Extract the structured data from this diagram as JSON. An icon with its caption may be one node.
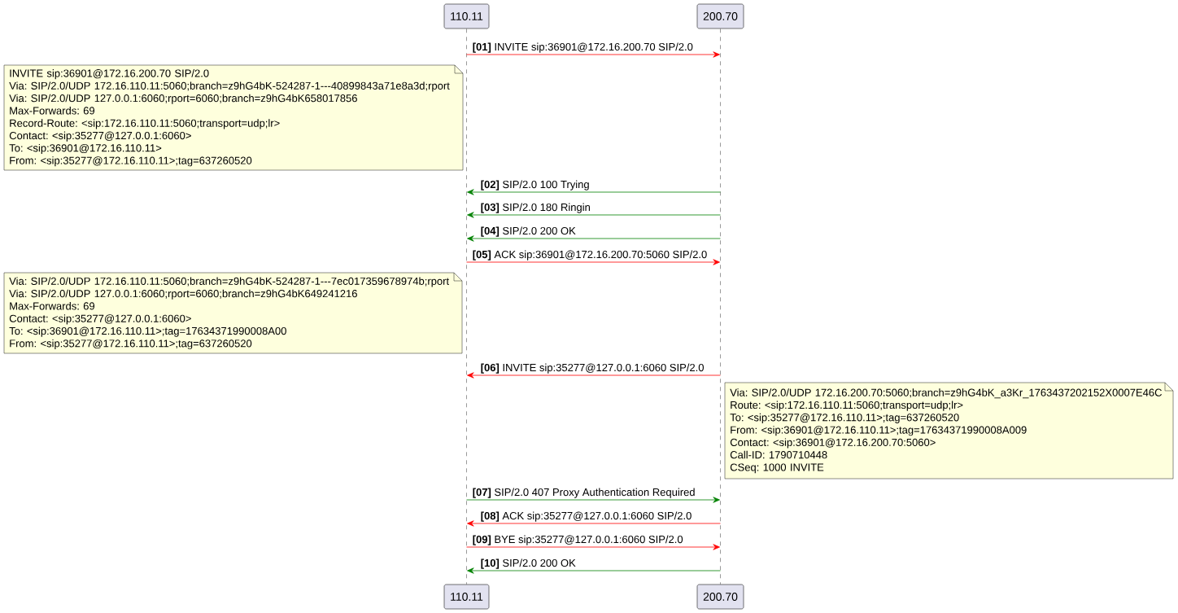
{
  "diagram": {
    "nodes": [
      {
        "text": [
          "110.11",
          "110.11"
        ]
      },
      {
        "text": [
          "200.70",
          "200.70"
        ]
      },
      {
        "text": [
          "INVITE sip:36901@172.16.200.70 SIP/2.0",
          "Via: SIP/2.0/UDP 172.16.110.11:5060;branch=z9hG4bK-524287-1---40899843a71e8a3d;rport",
          "Via: SIP/2.0/UDP 127.0.0.1:6060;rport=6060;branch=z9hG4bK658017856",
          "Max-Forwards: 69",
          "Record-Route: <sip:172.16.110.11:5060;transport=udp;lr>",
          "Contact: <sip:35277@127.0.0.1:6060>",
          "To: <sip:36901@172.16.110.11>",
          "From: <sip:35277@172.16.110.11>;tag=637260520"
        ]
      },
      {
        "text": [
          "Via: SIP/2.0/UDP 172.16.110.11:5060;branch=z9hG4bK-524287-1---7ec017359678974b;rport",
          "Via: SIP/2.0/UDP 127.0.0.1:6060;rport=6060;branch=z9hG4bK649241216",
          "Max-Forwards: 69",
          "Contact: <sip:35277@127.0.0.1:6060>",
          "To: <sip:36901@172.16.110.11>;tag=17634371990008A00",
          "From: <sip:35277@172.16.110.11>;tag=637260520"
        ]
      },
      {
        "text": [
          "Via: SIP/2.0/UDP 172.16.200.70:5060;branch=z9hG4bK_a3Kr_1763437202152X0007E46C",
          "Route: <sip:172.16.110.11:5060;transport=udp;lr>",
          "To: <sip:35277@172.16.110.11>;tag=637260520",
          "From: <sip:36901@172.16.110.11>;tag=17634371990008A009",
          "Contact: <sip:36901@172.16.200.70:5060>",
          "Call-ID: 1790710448",
          "CSeq: 1000 INVITE"
        ]
      }
    ],
    "edges": [
      {
        "from": 0,
        "to": 1,
        "arrow": "to",
        "label": "**[01]** INVITE sip:36901@172.16.200.70 SIP/2.0",
        "color": "#ff0000"
      },
      {
        "from": 1,
        "to": 0,
        "arrow": "to",
        "label": "**[02]** SIP/2.0 100 Trying",
        "color": "#008000"
      },
      {
        "from": 1,
        "to": 0,
        "arrow": "to",
        "label": "**[03]** SIP/2.0 180 Ringin",
        "color": "#008000"
      },
      {
        "from": 1,
        "to": 0,
        "arrow": "to",
        "label": "**[04]** SIP/2.0 200 OK",
        "color": "#008000"
      },
      {
        "from": 0,
        "to": 1,
        "arrow": "to",
        "label": "**[05]** ACK sip:36901@172.16.200.70:5060 SIP/2.0",
        "color": "#ff0000"
      },
      {
        "from": 1,
        "to": 0,
        "arrow": "to",
        "label": "**[06]** INVITE sip:35277@127.0.0.1:6060 SIP/2.0",
        "color": "#ff0000"
      },
      {
        "from": 0,
        "to": 1,
        "arrow": "to",
        "label": "**[07]** SIP/2.0 407 Proxy Authentication Required",
        "color": "#008000"
      },
      {
        "from": 1,
        "to": 0,
        "arrow": "to",
        "label": "**[08]** ACK sip:35277@127.0.0.1:6060 SIP/2.0",
        "color": "#ff0000"
      },
      {
        "from": 0,
        "to": 1,
        "arrow": "to",
        "label": "**[09]** BYE sip:35277@127.0.0.1:6060 SIP/2.0",
        "color": "#ff0000"
      },
      {
        "from": 1,
        "to": 0,
        "arrow": "to",
        "label": "**[10]** SIP/2.0 200 OK",
        "color": "#008000"
      }
    ]
  }
}
